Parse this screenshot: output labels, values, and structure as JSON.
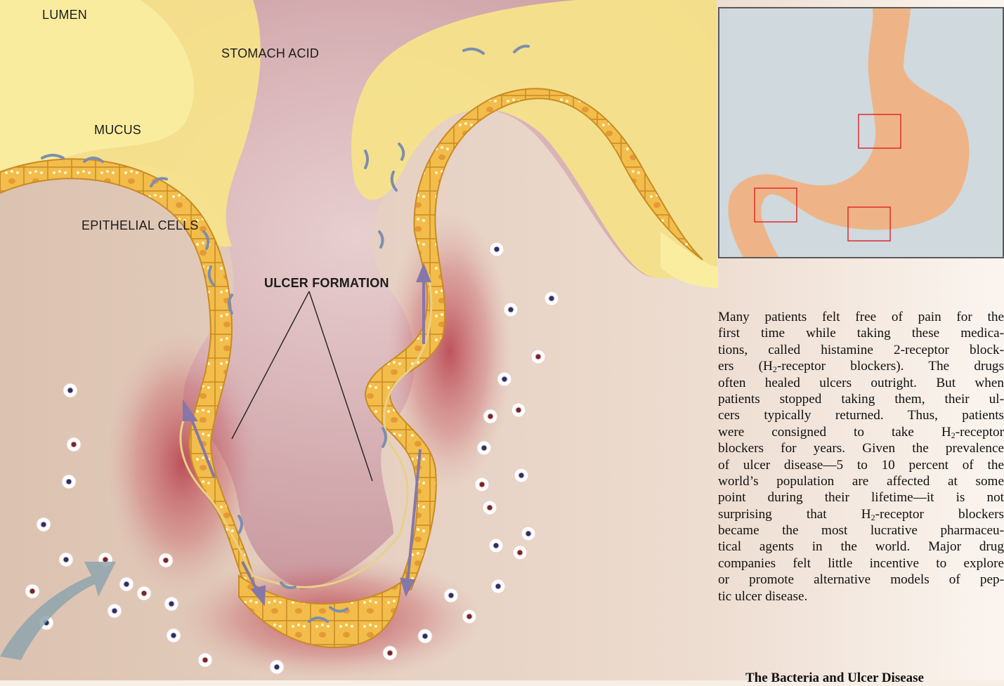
{
  "figure": {
    "labels": {
      "lumen": "LUMEN",
      "stomach_acid": "STOMACH ACID",
      "mucus": "MUCUS",
      "epithelial_cells": "EPITHELIAL CELLS",
      "ulcer_formation": "ULCER FORMATION"
    },
    "colors": {
      "mucus": "#f6e38a",
      "acid": "#d9b2b0",
      "tissue": "#e3c9b3",
      "cells": "#f2bd4a",
      "inflammation": "#b0283a",
      "inset_background": "#cfd9de",
      "inset_stomach": "#eeb487",
      "inset_highlight": "#e02020"
    }
  },
  "article": {
    "lines": [
      {
        "parts": [
          "Many patients felt free of pain for the"
        ]
      },
      {
        "parts": [
          "first time while taking these medica-"
        ]
      },
      {
        "parts": [
          "tions, called histamine 2-receptor block-"
        ]
      },
      {
        "parts": [
          "ers (H",
          {
            "sub": "2"
          },
          "-receptor blockers). The drugs"
        ]
      },
      {
        "parts": [
          "often healed ulcers outright. But when"
        ]
      },
      {
        "parts": [
          "patients stopped taking them, their ul-"
        ]
      },
      {
        "parts": [
          "cers typically returned. Thus, patients"
        ]
      },
      {
        "parts": [
          "were consigned to take H",
          {
            "sub": "2"
          },
          "-receptor"
        ]
      },
      {
        "parts": [
          "blockers for years. Given the prevalence"
        ]
      },
      {
        "parts": [
          "of ulcer disease—5 to 10 percent of the"
        ]
      },
      {
        "parts": [
          "world’s population are affected at some"
        ]
      },
      {
        "parts": [
          "point during their lifetime—it is not"
        ]
      },
      {
        "parts": [
          "surprising that H",
          {
            "sub": "2"
          },
          "-receptor  blockers"
        ]
      },
      {
        "parts": [
          "became the most lucrative pharmaceu-"
        ]
      },
      {
        "parts": [
          "tical agents in the world. Major drug"
        ]
      },
      {
        "parts": [
          "companies felt little incentive to explore"
        ]
      },
      {
        "parts": [
          "or promote alternative models of pep-"
        ]
      },
      {
        "parts": [
          "tic ulcer disease."
        ],
        "last": true
      }
    ],
    "subhead": "The Bacteria and Ulcer Disease"
  }
}
